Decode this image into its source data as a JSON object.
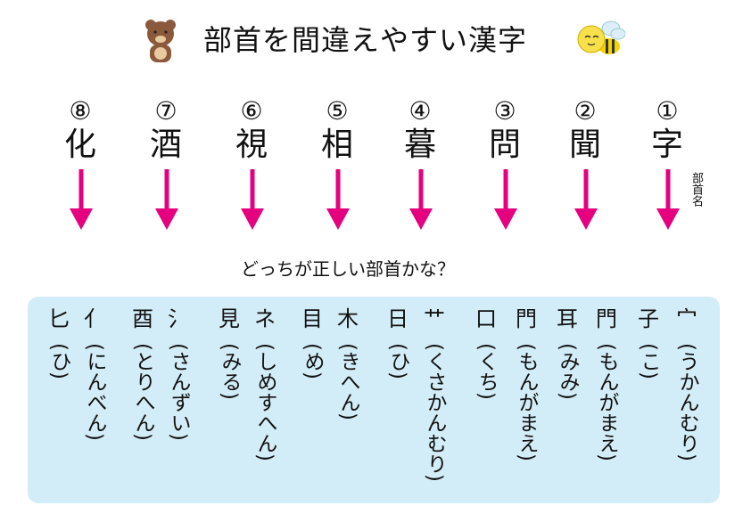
{
  "title": "部首を間違えやすい漢字",
  "side_label": "部首名",
  "question": "どっちが正しい部首かな？",
  "colors": {
    "arrow": "#e4007f",
    "box": "#d3edf8"
  },
  "problems": [
    {
      "num": "①",
      "kanji": "字",
      "options": [
        {
          "radical": "宀",
          "reading": "(うかんむり)"
        },
        {
          "radical": "子",
          "reading": "(こ)"
        }
      ]
    },
    {
      "num": "②",
      "kanji": "聞",
      "options": [
        {
          "radical": "門",
          "reading": "(もんがまえ)"
        },
        {
          "radical": "耳",
          "reading": "(みみ)"
        }
      ]
    },
    {
      "num": "③",
      "kanji": "問",
      "options": [
        {
          "radical": "門",
          "reading": "(もんがまえ)"
        },
        {
          "radical": "口",
          "reading": "(くち)"
        }
      ]
    },
    {
      "num": "④",
      "kanji": "暮",
      "options": [
        {
          "radical": "艹",
          "reading": "(くさかんむり)"
        },
        {
          "radical": "日",
          "reading": "(ひ)"
        }
      ]
    },
    {
      "num": "⑤",
      "kanji": "相",
      "options": [
        {
          "radical": "木",
          "reading": "(きへん)"
        },
        {
          "radical": "目",
          "reading": "(め)"
        }
      ]
    },
    {
      "num": "⑥",
      "kanji": "視",
      "options": [
        {
          "radical": "ネ",
          "reading": "(しめすへん)"
        },
        {
          "radical": "見",
          "reading": "(みる)"
        }
      ]
    },
    {
      "num": "⑦",
      "kanji": "酒",
      "options": [
        {
          "radical": "氵",
          "reading": "(さんずい)"
        },
        {
          "radical": "酉",
          "reading": "(とりへん)"
        }
      ]
    },
    {
      "num": "⑧",
      "kanji": "化",
      "options": [
        {
          "radical": "亻",
          "reading": "(にんべん)"
        },
        {
          "radical": "匕",
          "reading": "(ひ)"
        }
      ]
    }
  ]
}
